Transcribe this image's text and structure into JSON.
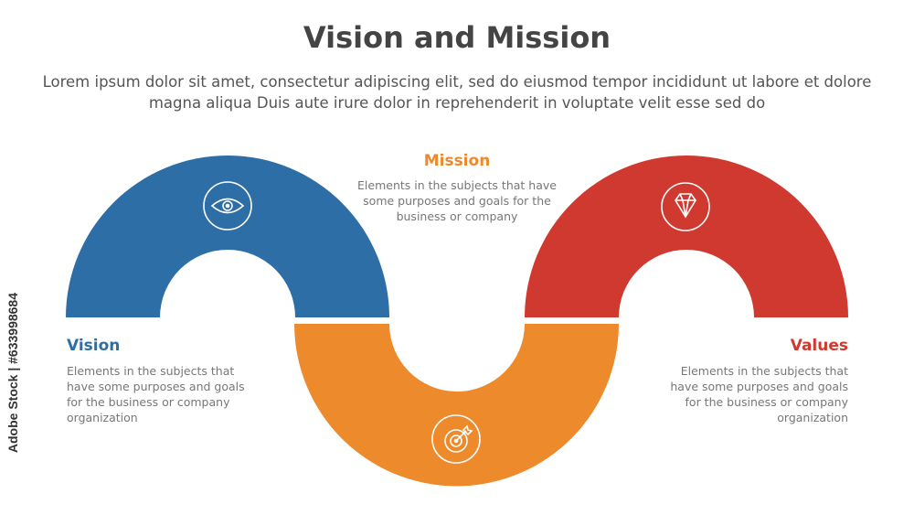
{
  "header": {
    "title": "Vision and Mission",
    "subtitle": "Lorem ipsum dolor sit amet, consectetur adipiscing elit, sed do eiusmod tempor incididunt ut labore et dolore magna aliqua Duis aute irure dolor in reprehenderit in voluptate velit esse sed do"
  },
  "items": [
    {
      "heading": "Vision",
      "description": "Elements in the subjects that have some purposes and goals for the business or company organization",
      "color": "#2e6ea6",
      "icon": "eye-icon"
    },
    {
      "heading": "Mission",
      "description": "Elements in the subjects that have some purposes and goals for the business or company",
      "color": "#ec8a2c",
      "icon": "target-icon"
    },
    {
      "heading": "Values",
      "description": "Elements in the subjects that have some purposes and goals for the business or company organization",
      "color": "#d0392f",
      "icon": "diamond-icon"
    }
  ],
  "watermark": "Adobe Stock | #633998684"
}
